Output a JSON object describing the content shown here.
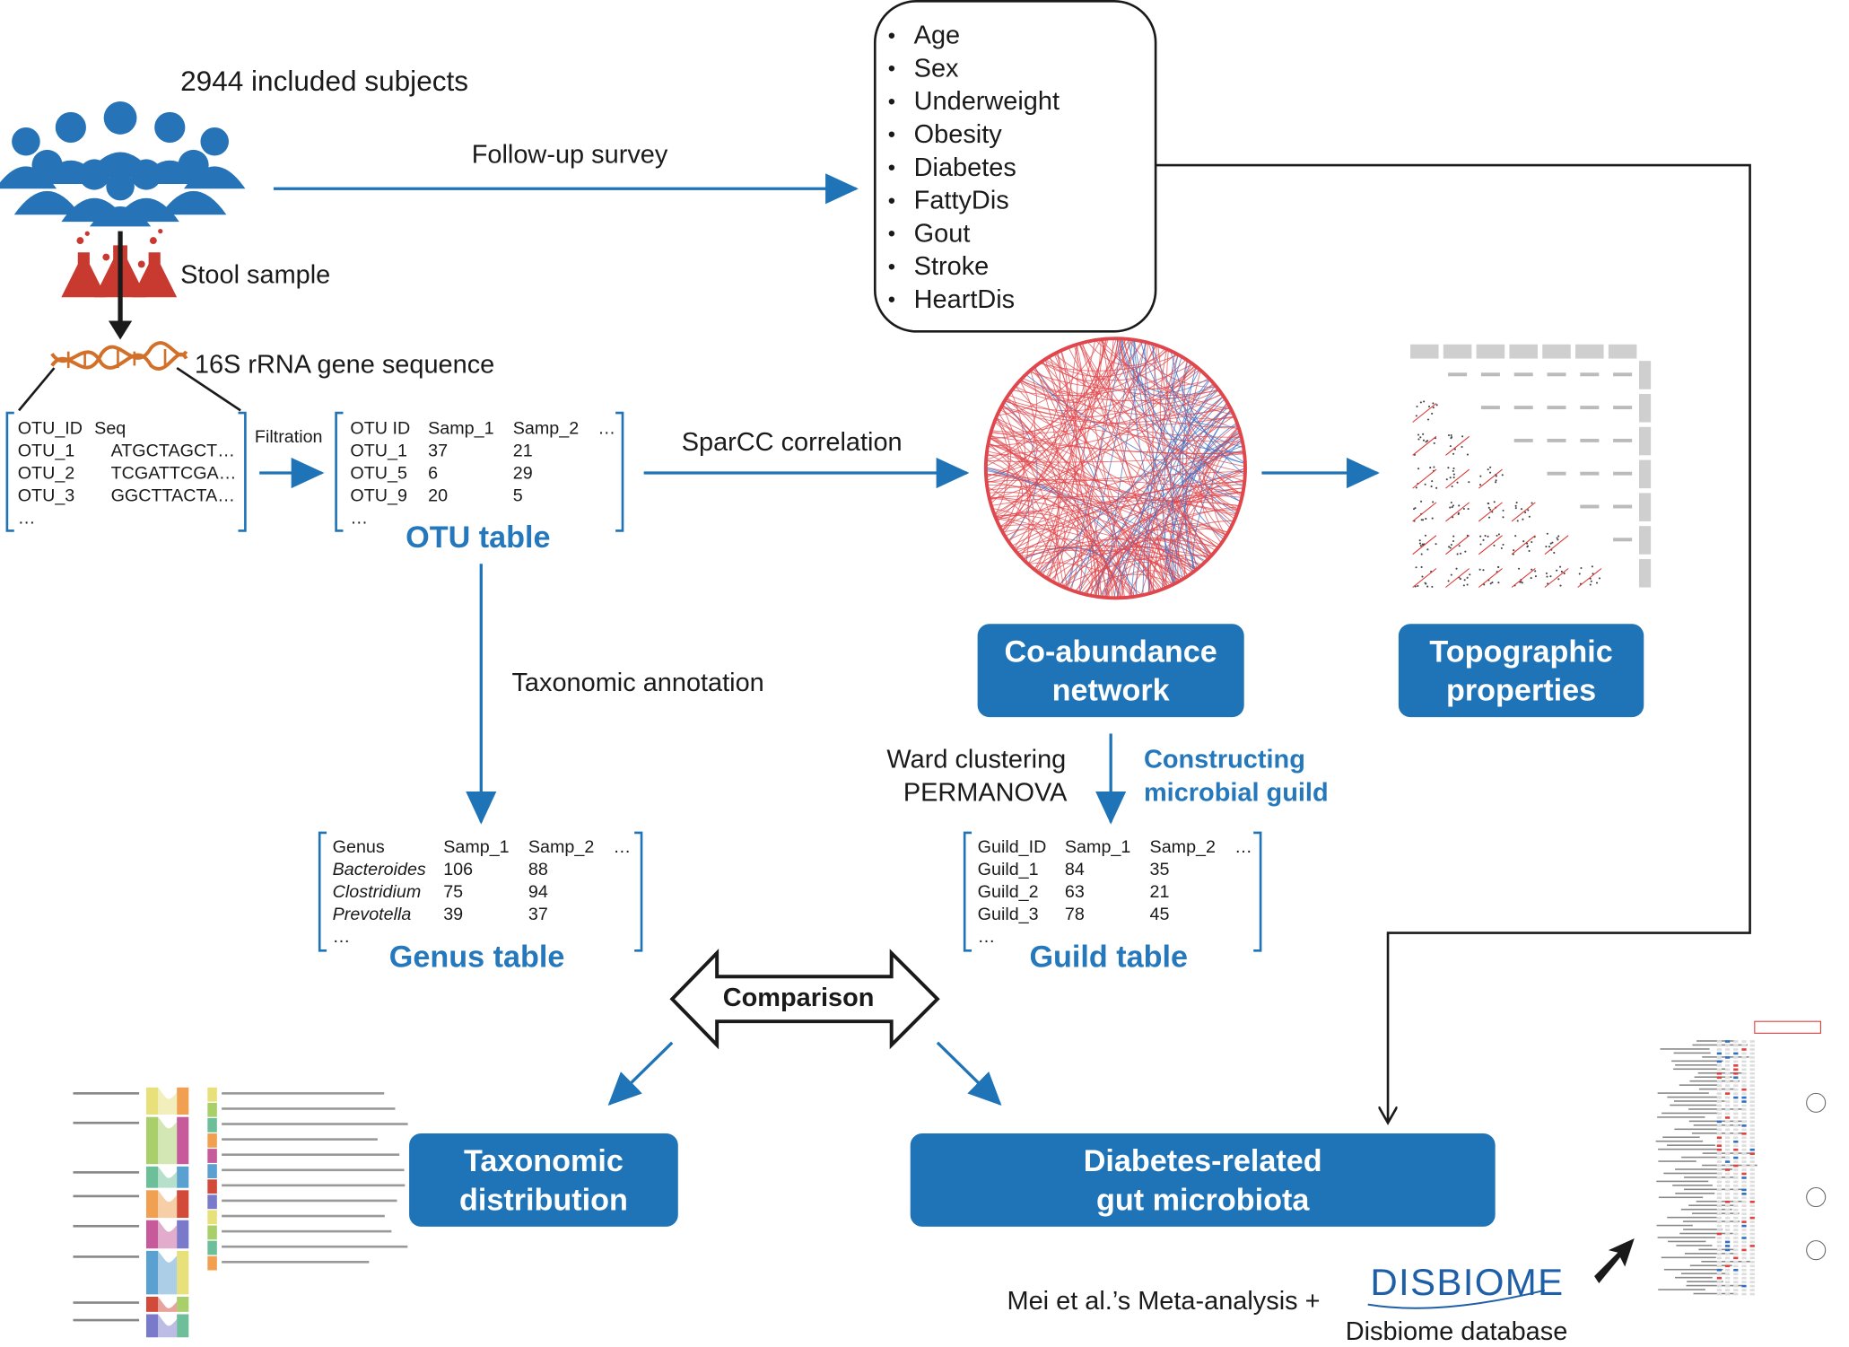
{
  "subjects_label": "2944 included subjects",
  "followup_label": "Follow-up survey",
  "stool_label": "Stool sample",
  "seq_label": "16S rRNA gene sequence",
  "filtration_label": "Filtration",
  "sparcc_label": "SparCC correlation",
  "taxo_annot_label": "Taxonomic annotation",
  "ward_label": "Ward clustering",
  "permanova_label": "PERMANOVA",
  "constructing_label": "Constructing",
  "guild_label": "microbial guild",
  "comparison_label": "Comparison",
  "meta_label": "Mei et al.’s Meta-analysis +",
  "disbiome_logo": "DISBIOME",
  "disbiome_label": "Disbiome database",
  "survey_items": [
    "Age",
    "Sex",
    "Underweight",
    "Obesity",
    "Diabetes",
    "FattyDis",
    "Gout",
    "Stroke",
    "HeartDis"
  ],
  "seq_matrix": {
    "header": [
      "OTU_ID",
      "Seq"
    ],
    "rows": [
      [
        "OTU_1",
        "ATGCTAGCT…"
      ],
      [
        "OTU_2",
        "TCGATTCGA…"
      ],
      [
        "OTU_3",
        "GGCTTACTA…"
      ]
    ],
    "more": "…"
  },
  "otu_table": {
    "header": [
      "OTU ID",
      "Samp_1",
      "Samp_2",
      "…"
    ],
    "rows": [
      [
        "OTU_1",
        "37",
        "21"
      ],
      [
        "OTU_5",
        "6",
        "29"
      ],
      [
        "OTU_9",
        "20",
        "5"
      ]
    ],
    "more": "…",
    "title": "OTU table"
  },
  "genus_table": {
    "header": [
      "Genus",
      "Samp_1",
      "Samp_2",
      "…"
    ],
    "rows": [
      [
        "Bacteroides",
        "106",
        "88"
      ],
      [
        "Clostridium",
        "75",
        "94"
      ],
      [
        "Prevotella",
        "39",
        "37"
      ]
    ],
    "more": "…",
    "title": "Genus table"
  },
  "guild_table": {
    "header": [
      "Guild_ID",
      "Samp_1",
      "Samp_2",
      "…"
    ],
    "rows": [
      [
        "Guild_1",
        "84",
        "35"
      ],
      [
        "Guild_2",
        "63",
        "21"
      ],
      [
        "Guild_3",
        "78",
        "45"
      ]
    ],
    "more": "…",
    "title": "Guild table"
  },
  "boxes": {
    "coabundance": [
      "Co-abundance",
      "network"
    ],
    "topographic": [
      "Topographic",
      "properties"
    ],
    "taxonomic": [
      "Taxonomic",
      "distribution"
    ],
    "diabetes": [
      "Diabetes-related",
      "gut microbiota"
    ]
  },
  "colors": {
    "accent_blue": "#1f73b7",
    "network_red": "#e0474c",
    "network_blue": "#3d6fc4",
    "people_blue": "#2673b8",
    "flask_red": "#c8392f"
  }
}
